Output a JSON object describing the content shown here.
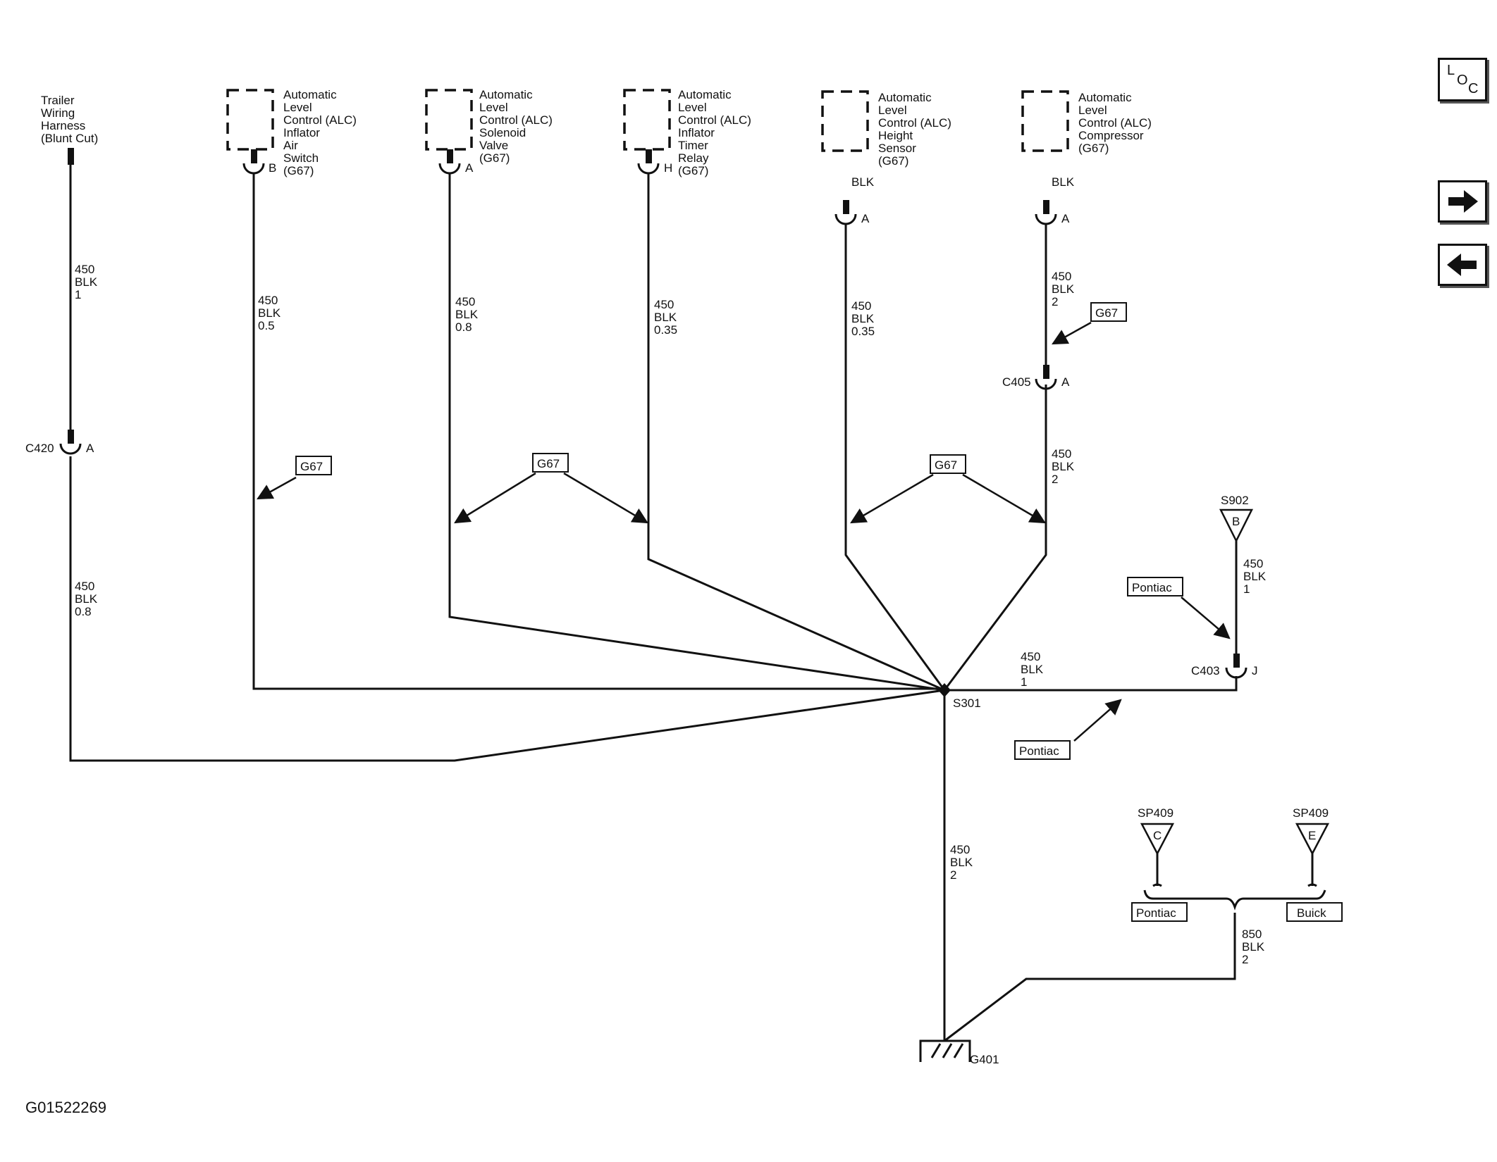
{
  "components": {
    "trailer": [
      "Trailer",
      "Wiring",
      "Harness",
      "(Blunt Cut)"
    ],
    "alc_air_switch": [
      "Automatic",
      "Level",
      "Control (ALC)",
      "Inflator",
      "Air",
      "Switch",
      "(G67)"
    ],
    "alc_solenoid": [
      "Automatic",
      "Level",
      "Control (ALC)",
      "Solenoid",
      "Valve",
      "(G67)"
    ],
    "alc_timer": [
      "Automatic",
      "Level",
      "Control (ALC)",
      "Inflator",
      "Timer",
      "Relay",
      "(G67)"
    ],
    "alc_height": [
      "Automatic",
      "Level",
      "Control (ALC)",
      "Height",
      "Sensor",
      "(G67)"
    ],
    "alc_compressor": [
      "Automatic",
      "Level",
      "Control (ALC)",
      "Compressor",
      "(G67)"
    ]
  },
  "pins": {
    "air_switch": "B",
    "solenoid": "A",
    "timer": "H",
    "height": "A",
    "compressor": "A",
    "c420": "A",
    "c405": "A",
    "c403": "J"
  },
  "connectors": {
    "c420": "C420",
    "c405": "C405",
    "c403": "C403"
  },
  "wires": {
    "trailer_top": [
      "450",
      "BLK",
      "1"
    ],
    "trailer_bottom": [
      "450",
      "BLK",
      "0.8"
    ],
    "air_switch": [
      "450",
      "BLK",
      "0.5"
    ],
    "solenoid": [
      "450",
      "BLK",
      "0.8"
    ],
    "timer": [
      "450",
      "BLK",
      "0.35"
    ],
    "height": [
      "450",
      "BLK",
      "0.35"
    ],
    "compressor_top": [
      "450",
      "BLK",
      "2"
    ],
    "compressor_bottom": [
      "450",
      "BLK",
      "2"
    ],
    "s902": [
      "450",
      "BLK",
      "1"
    ],
    "s301_c403": [
      "450",
      "BLK",
      "1"
    ],
    "s301_ground": [
      "450",
      "BLK",
      "2"
    ],
    "sp409_ground": [
      "850",
      "BLK",
      "2"
    ]
  },
  "blk_short": "BLK",
  "option_tags": {
    "g67": "G67",
    "pontiac": "Pontiac",
    "buick": "Buick"
  },
  "splices": {
    "s301": "S301",
    "s902": "S902",
    "s902_letter": "B",
    "sp409_c": "SP409",
    "sp409_c_letter": "C",
    "sp409_e": "SP409",
    "sp409_e_letter": "E"
  },
  "ground": "G401",
  "image_id": "G01522269",
  "nav": {
    "loc_l": "L",
    "loc_o": "O",
    "loc_c": "C",
    "next_icon": "arrow-right-icon",
    "prev_icon": "arrow-left-icon"
  }
}
